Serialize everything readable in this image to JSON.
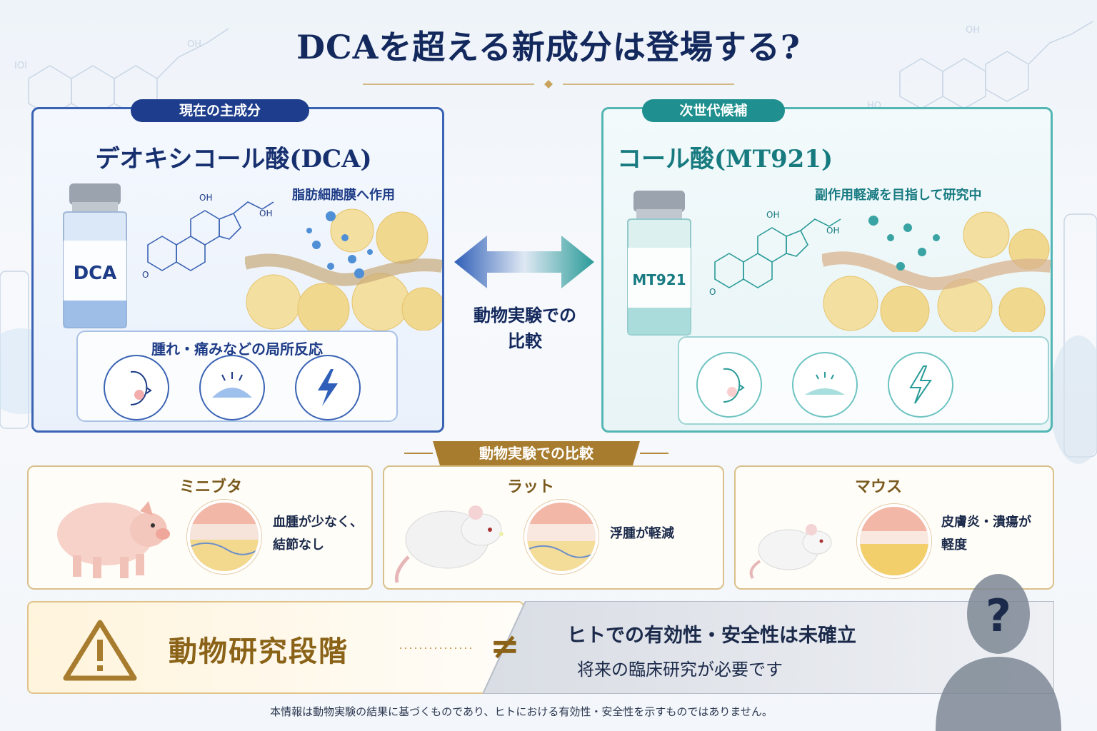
{
  "page": {
    "title": "DCAを超える新成分は登場する?"
  },
  "colors": {
    "navy": "#13285c",
    "teal": "#1f8f8f",
    "gold": "#a87c2e",
    "blue_border": "#3a63b3",
    "teal_border": "#53b6b4"
  },
  "current": {
    "badge": "現在の主成分",
    "name": "デオキシコール酸(DCA)",
    "vial_label": "DCA",
    "caption": "脂肪細胞膜へ作用",
    "effects_label": "腫れ・痛みなどの局所反応",
    "icons": [
      "face-redness-icon",
      "swelling-icon",
      "pain-bolt-icon"
    ]
  },
  "next": {
    "badge": "次世代候補",
    "name": "コール酸(MT921)",
    "vial_label": "MT921",
    "caption": "副作用軽減を目指して研究中",
    "icons": [
      "face-redness-icon",
      "swelling-icon",
      "pain-bolt-icon"
    ]
  },
  "compare": {
    "label_line1": "動物実験での",
    "label_line2": "比較"
  },
  "animal_section": {
    "banner": "動物実験での比較",
    "cards": [
      {
        "name": "ミニブタ",
        "result_line1": "血腫が少なく、",
        "result_line2": "結節なし"
      },
      {
        "name": "ラット",
        "result_line1": "浮腫が軽減",
        "result_line2": ""
      },
      {
        "name": "マウス",
        "result_line1": "皮膚炎・潰瘍が",
        "result_line2": "軽度"
      }
    ]
  },
  "status": {
    "stage": "動物研究段階",
    "not_equal": "≠",
    "human_main": "ヒトでの有効性・安全性は未確立",
    "human_sub": "将来の臨床研究が必要です",
    "question_mark": "?"
  },
  "footer": {
    "disclaimer": "本情報は動物実験の結果に基づくものであり、ヒトにおける有効性・安全性を示すものではありません。"
  }
}
